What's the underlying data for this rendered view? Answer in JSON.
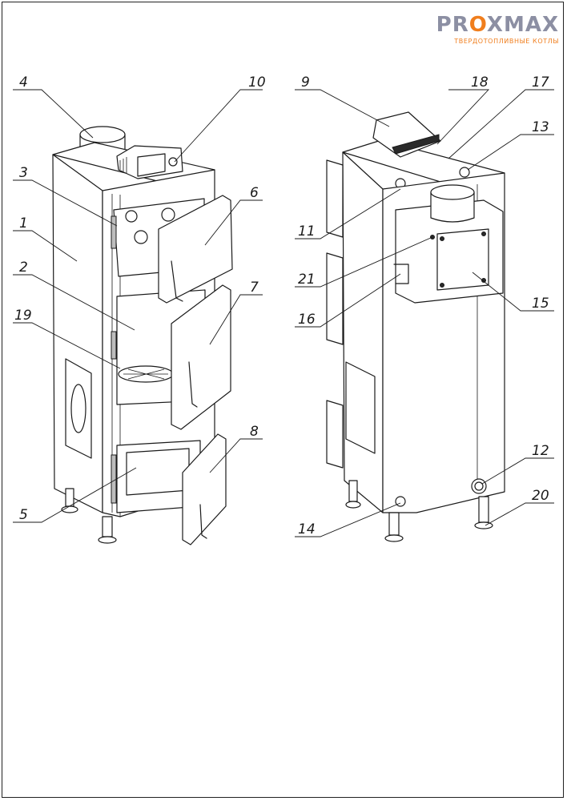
{
  "logo": {
    "prefix": "PR",
    "mark": "O",
    "suffix": "XMAX",
    "subtitle": "ТВЕРДОТОПЛИВНЫЕ КОТЛЫ"
  },
  "callouts": {
    "n1": "1",
    "n2": "2",
    "n3": "3",
    "n4": "4",
    "n5": "5",
    "n6": "6",
    "n7": "7",
    "n8": "8",
    "n9": "9",
    "n10": "10",
    "n11": "11",
    "n12": "12",
    "n13": "13",
    "n14": "14",
    "n15": "15",
    "n16": "16",
    "n17": "17",
    "n18": "18",
    "n19": "19",
    "n20": "20",
    "n21": "21"
  }
}
